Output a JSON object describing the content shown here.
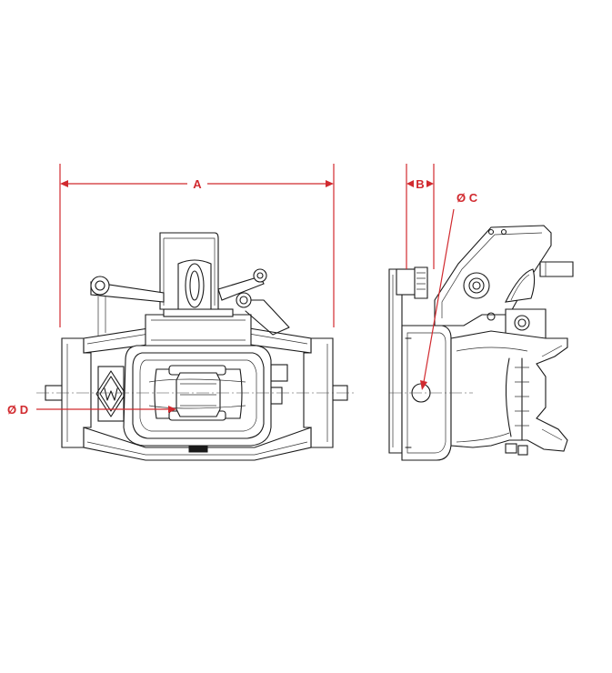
{
  "dimensions": {
    "a_label": "A",
    "b_label": "B",
    "c_label": "Ø C",
    "d_label": "Ø D"
  },
  "colors": {
    "dimension": "#d12a2f",
    "outline": "#1a1a1a",
    "background": "#ffffff"
  }
}
